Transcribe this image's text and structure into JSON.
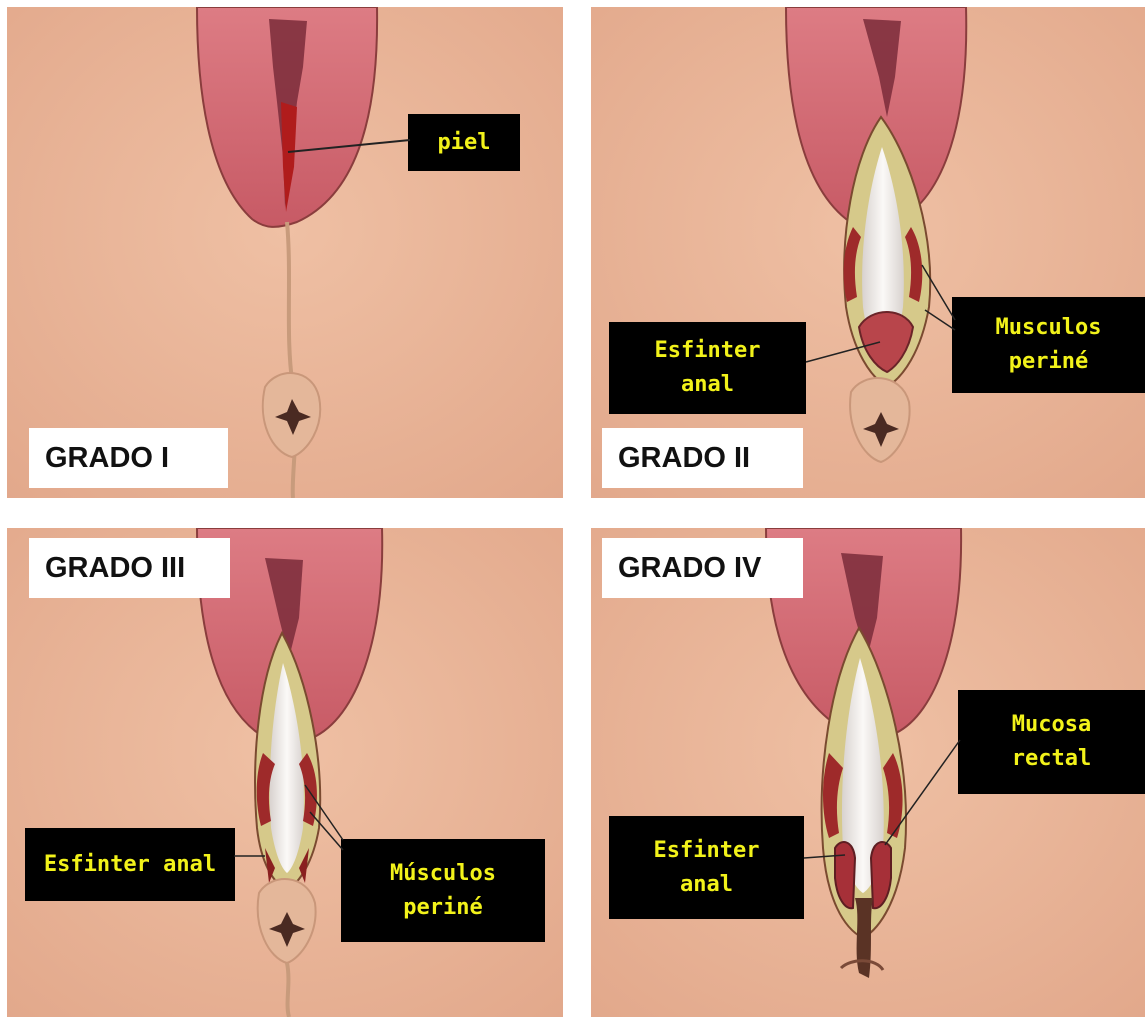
{
  "colors": {
    "skin": "#e9b295",
    "skin_dark": "#d99e80",
    "labia": "#d36a73",
    "labia_edge": "#b9505b",
    "wound": "#8b1c1c",
    "fat": "#d9cf8f",
    "mucosa": "#efe9e6",
    "label_bg": "#000000",
    "label_text": "#f2f21a",
    "grade_bg": "#ffffff"
  },
  "panels": [
    {
      "grade": "GRADO I",
      "labels": [
        {
          "lines": [
            "piel"
          ]
        }
      ]
    },
    {
      "grade": "GRADO II",
      "labels": [
        {
          "lines": [
            "Esfinter",
            "anal"
          ]
        },
        {
          "lines": [
            "Musculos",
            "periné"
          ]
        }
      ]
    },
    {
      "grade": "GRADO III",
      "labels": [
        {
          "lines": [
            "Esfinter anal"
          ]
        },
        {
          "lines": [
            "Músculos",
            "periné"
          ]
        }
      ]
    },
    {
      "grade": "GRADO IV",
      "labels": [
        {
          "lines": [
            "Mucosa",
            "rectal"
          ]
        },
        {
          "lines": [
            "Esfinter",
            "anal"
          ]
        }
      ]
    }
  ]
}
